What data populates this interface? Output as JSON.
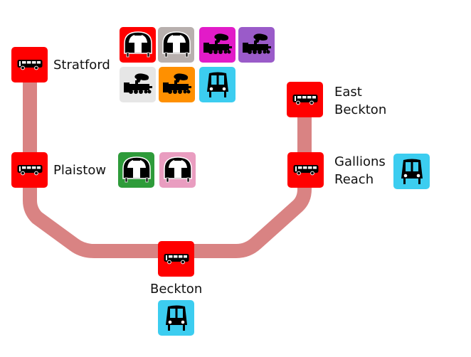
{
  "map": {
    "route_color": "#d98383",
    "stops": [
      {
        "id": "stratford",
        "name_lines": [
          "Stratford"
        ],
        "stop_icon": "bus-icon",
        "connections": [
          {
            "icon": "tube-train-icon",
            "color": "#ff0000",
            "name": "tube-red"
          },
          {
            "icon": "tube-train-icon",
            "color": "#b8b0ae",
            "name": "tube-grey"
          },
          {
            "icon": "steam-train-icon",
            "color": "#e21bc8",
            "name": "rail-magenta"
          },
          {
            "icon": "steam-train-icon",
            "color": "#9a5bc9",
            "name": "rail-purple"
          },
          {
            "icon": "steam-train-icon",
            "color": "#e6e6e6",
            "name": "rail-light-grey"
          },
          {
            "icon": "steam-train-icon",
            "color": "#ff9000",
            "name": "rail-orange"
          },
          {
            "icon": "dlr-train-icon",
            "color": "#3ccdf0",
            "name": "dlr-cyan"
          }
        ]
      },
      {
        "id": "plaistow",
        "name_lines": [
          "Plaistow"
        ],
        "stop_icon": "bus-icon",
        "connections": [
          {
            "icon": "tube-train-icon",
            "color": "#2e9b3a",
            "name": "tube-green"
          },
          {
            "icon": "tube-train-icon",
            "color": "#e99dc0",
            "name": "tube-pink"
          }
        ]
      },
      {
        "id": "beckton",
        "name_lines": [
          "Beckton"
        ],
        "stop_icon": "bus-icon",
        "connections": [
          {
            "icon": "dlr-train-icon",
            "color": "#3ccdf0",
            "name": "dlr-cyan"
          }
        ]
      },
      {
        "id": "gallions-reach",
        "name_lines": [
          "Gallions",
          "Reach"
        ],
        "stop_icon": "bus-icon",
        "connections": [
          {
            "icon": "dlr-train-icon",
            "color": "#3ccdf0",
            "name": "dlr-cyan"
          }
        ]
      },
      {
        "id": "east-beckton",
        "name_lines": [
          "East",
          "Beckton"
        ],
        "stop_icon": "bus-icon",
        "connections": []
      }
    ]
  }
}
